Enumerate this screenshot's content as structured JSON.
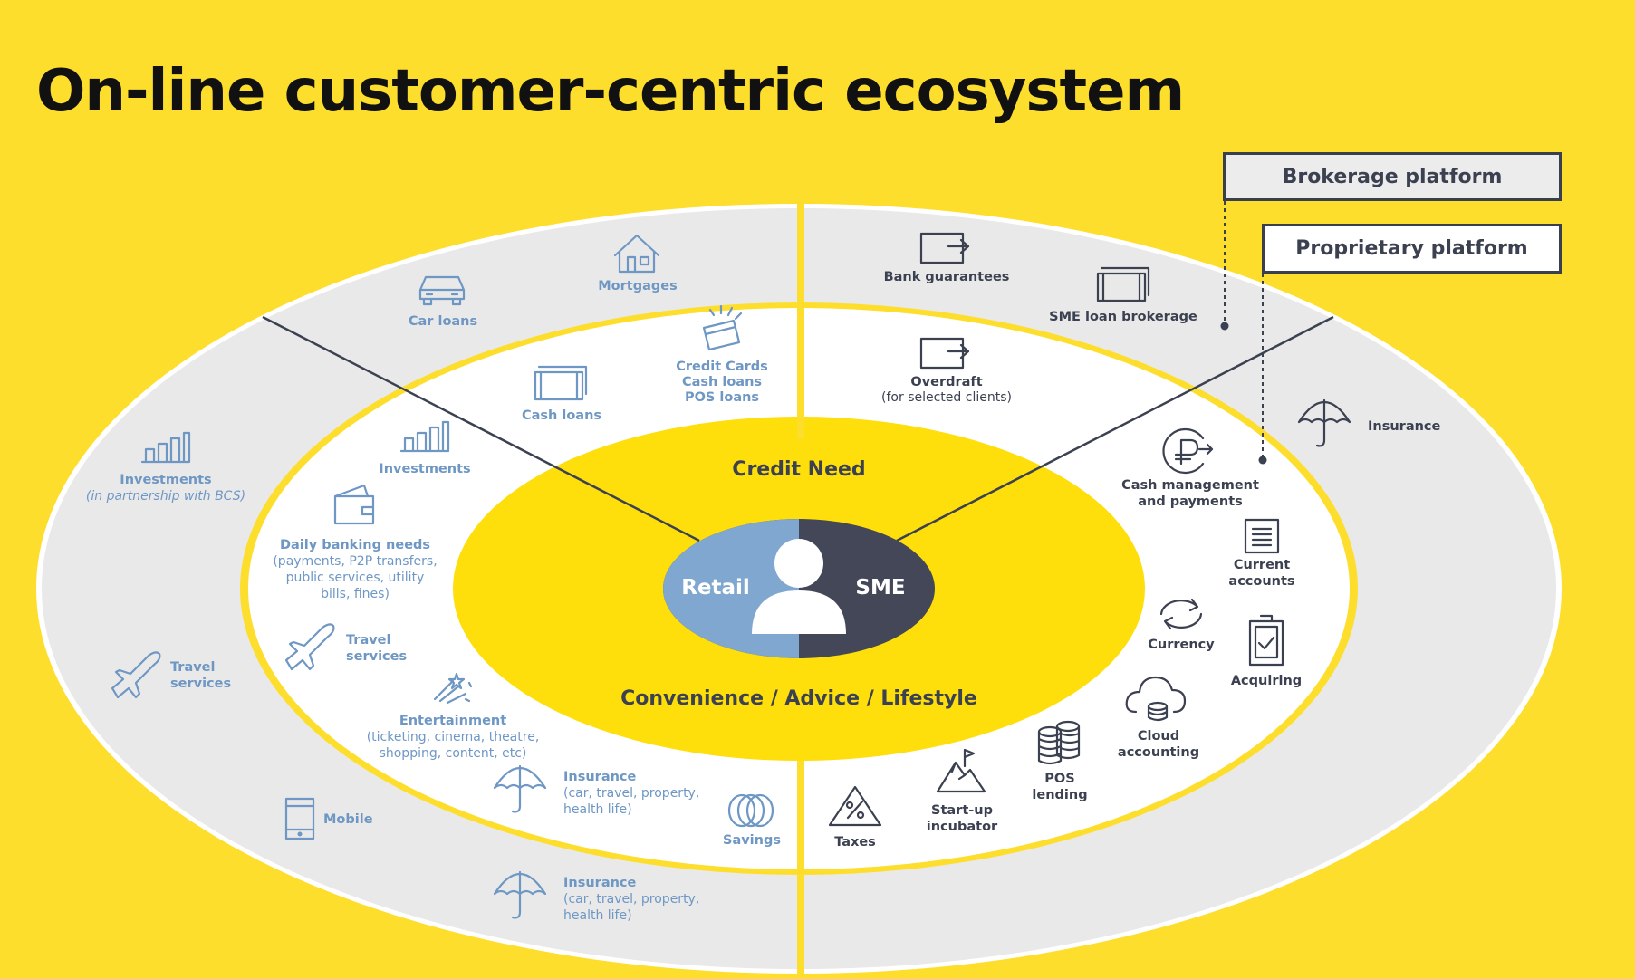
{
  "title": "On-line customer-centric ecosystem",
  "legend": {
    "brokerage": "Brokerage platform",
    "proprietary": "Proprietary platform"
  },
  "center": {
    "top_label": "Credit Need",
    "bottom_label": "Convenience / Advice / Lifestyle",
    "retail": "Retail",
    "sme": "SME"
  },
  "retail_outer": {
    "mortgages": "Mortgages",
    "car_loans": "Car loans",
    "investments": "Investments",
    "investments_sub": "(in partnership with BCS)",
    "travel_line1": "Travel",
    "travel_line2": "services",
    "mobile": "Mobile",
    "insurance": "Insurance",
    "insurance_sub1": "(car, travel, property,",
    "insurance_sub2": "health life)"
  },
  "retail_inner": {
    "credit_cards1": "Credit Cards",
    "credit_cards2": "Cash loans",
    "credit_cards3": "POS loans",
    "cash_loans": "Cash loans",
    "investments": "Investments",
    "daily_banking": "Daily banking needs",
    "daily_sub1": "(payments, P2P transfers,",
    "daily_sub2": "public services, utility",
    "daily_sub3": "bills, fines)",
    "travel_line1": "Travel",
    "travel_line2": "services",
    "entertainment": "Entertainment",
    "ent_sub1": "(ticketing, cinema, theatre,",
    "ent_sub2": "shopping, content, etc)",
    "insurance": "Insurance",
    "insurance_sub1": "(car, travel, property,",
    "insurance_sub2": "health life)",
    "savings": "Savings"
  },
  "sme_outer": {
    "bank_guarantees": "Bank guarantees",
    "sme_loan_brokerage": "SME loan brokerage",
    "insurance": "Insurance"
  },
  "sme_inner": {
    "overdraft": "Overdraft",
    "overdraft_sub": "(for selected clients)",
    "cash_mgmt1": "Cash management",
    "cash_mgmt2": "and payments",
    "current1": "Current",
    "current2": "accounts",
    "currency": "Currency",
    "acquiring": "Acquiring",
    "cloud1": "Cloud",
    "cloud2": "accounting",
    "pos1": "POS",
    "pos2": "lending",
    "startup1": "Start-up",
    "startup2": "incubator",
    "taxes": "Taxes"
  },
  "colors": {
    "background": "#fede2c",
    "outer_ring": "#e9e9e9",
    "inner_ring": "#ffffff",
    "core": "#fede0b",
    "retail": "#7fa7d0",
    "sme": "#434757",
    "retail_text": "#6e97c4",
    "sme_text": "#3b4150"
  },
  "icons": [
    "house-icon",
    "car-icon",
    "bar-chart-icon",
    "plane-icon",
    "phone-icon",
    "umbrella-icon",
    "credit-card-icon",
    "banknotes-icon",
    "wallet-icon",
    "fireworks-icon",
    "coins-icon",
    "wallet-arrow-icon",
    "ruble-cycle-icon",
    "document-icon",
    "exchange-icon",
    "terminal-icon",
    "cloud-coins-icon",
    "coin-stack-icon",
    "mountain-flag-icon",
    "percent-triangle-icon",
    "user-icon"
  ]
}
